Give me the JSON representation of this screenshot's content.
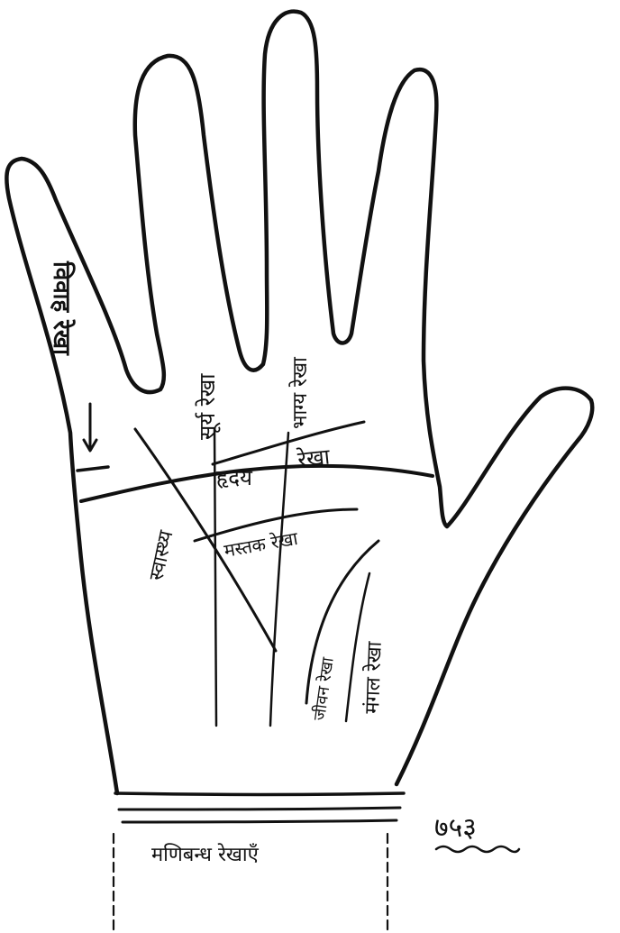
{
  "labels": {
    "marriage_line": "विवाह रेखा",
    "sun_line": "सूर्य रेखा",
    "fate_line": "भाग्य रेखा",
    "heart_word": "हृदय",
    "rekha_word": "रेखा",
    "health_line": "स्वास्थ्य",
    "head_line": "मस्तक रेखा",
    "life_line": "जीवन रेखा",
    "mangal_line": "मंगल रेखा",
    "bracelet": "मणिबन्ध रेखाएँ",
    "figure_number": "७५३"
  }
}
